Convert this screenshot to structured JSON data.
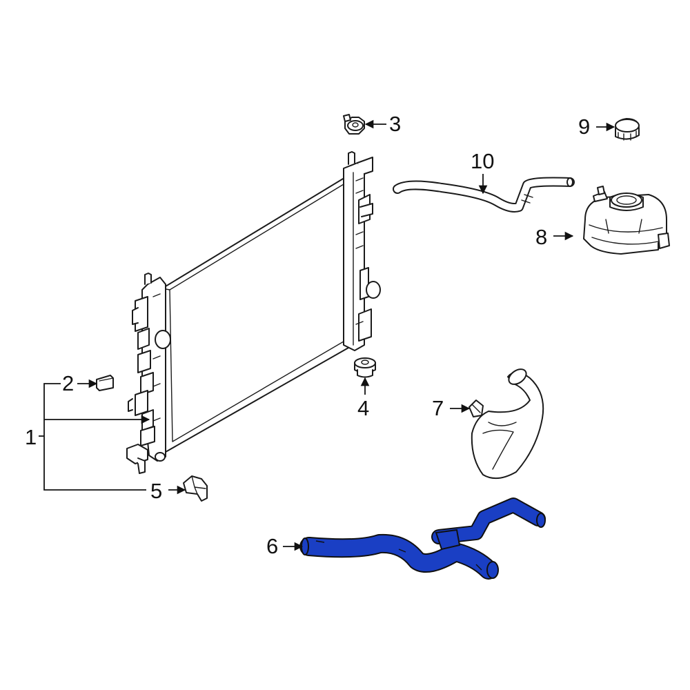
{
  "diagram": {
    "highlight_color": "#1a3fc4",
    "callouts": {
      "c1": "1",
      "c2": "2",
      "c3": "3",
      "c4": "4",
      "c5": "5",
      "c6": "6",
      "c7": "7",
      "c8": "8",
      "c9": "9",
      "c10": "10"
    }
  }
}
